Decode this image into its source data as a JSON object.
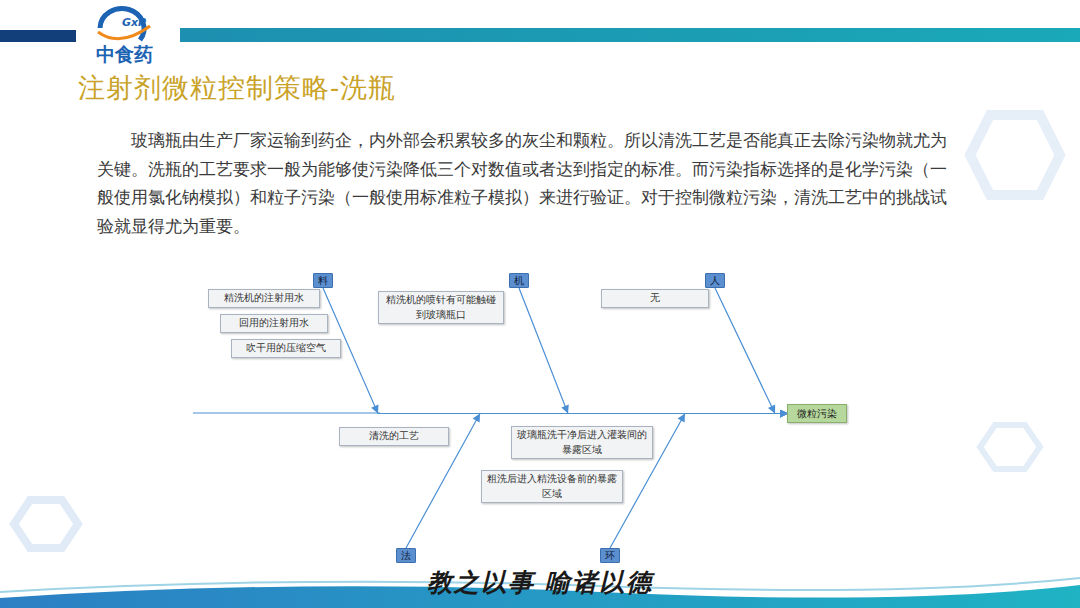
{
  "diagram": {
    "title": "注射剂微粒控制策略-洗瓶",
    "nodes": [
      {
        "text": [
          "料"
        ]
      },
      {
        "text": [
          "精洗机的注射用水"
        ]
      },
      {
        "text": [
          "回用的注射用水"
        ]
      },
      {
        "text": [
          "吹干用的压缩空气"
        ]
      },
      {
        "text": [
          "机"
        ]
      },
      {
        "text": [
          "精洗机的喷针有可能触碰到玻璃瓶口"
        ]
      },
      {
        "text": [
          "人"
        ]
      },
      {
        "text": [
          "无"
        ]
      },
      {
        "text": [
          "清洗的工艺"
        ]
      },
      {
        "text": [
          "玻璃瓶洗干净后进入灌装间的暴露区域"
        ]
      },
      {
        "text": [
          "粗洗后进入精洗设备前的暴露区域"
        ]
      },
      {
        "text": [
          "法"
        ]
      },
      {
        "text": [
          "环"
        ]
      },
      {
        "text": [
          "微粒污染"
        ]
      }
    ],
    "edges": [
      {
        "from": 0,
        "to": 13,
        "arrow": "to"
      },
      {
        "from": 4,
        "to": 13,
        "arrow": "to"
      },
      {
        "from": 6,
        "to": 13,
        "arrow": "to"
      },
      {
        "from": 11,
        "to": 13,
        "arrow": "to"
      },
      {
        "from": 12,
        "to": 13,
        "arrow": "to"
      }
    ],
    "labels": [
      "GxP",
      "中食药",
      "玻璃瓶由生产厂家运输到药企，内外部会积累较多的灰尘和颗粒。所以清洗工艺是否能真正去除污染物就尤为关键。洗瓶的工艺要求一般为能够使污染降低三个对数值或者达到指定的标准。而污染指标选择的是化学污染（一般使用氯化钠模拟）和粒子污染（一般使用标准粒子模拟）来进行验证。对于控制微粒污染，清洗工艺中的挑战试验就显得尤为重要。",
      "教之以事 喻诸以德"
    ]
  }
}
